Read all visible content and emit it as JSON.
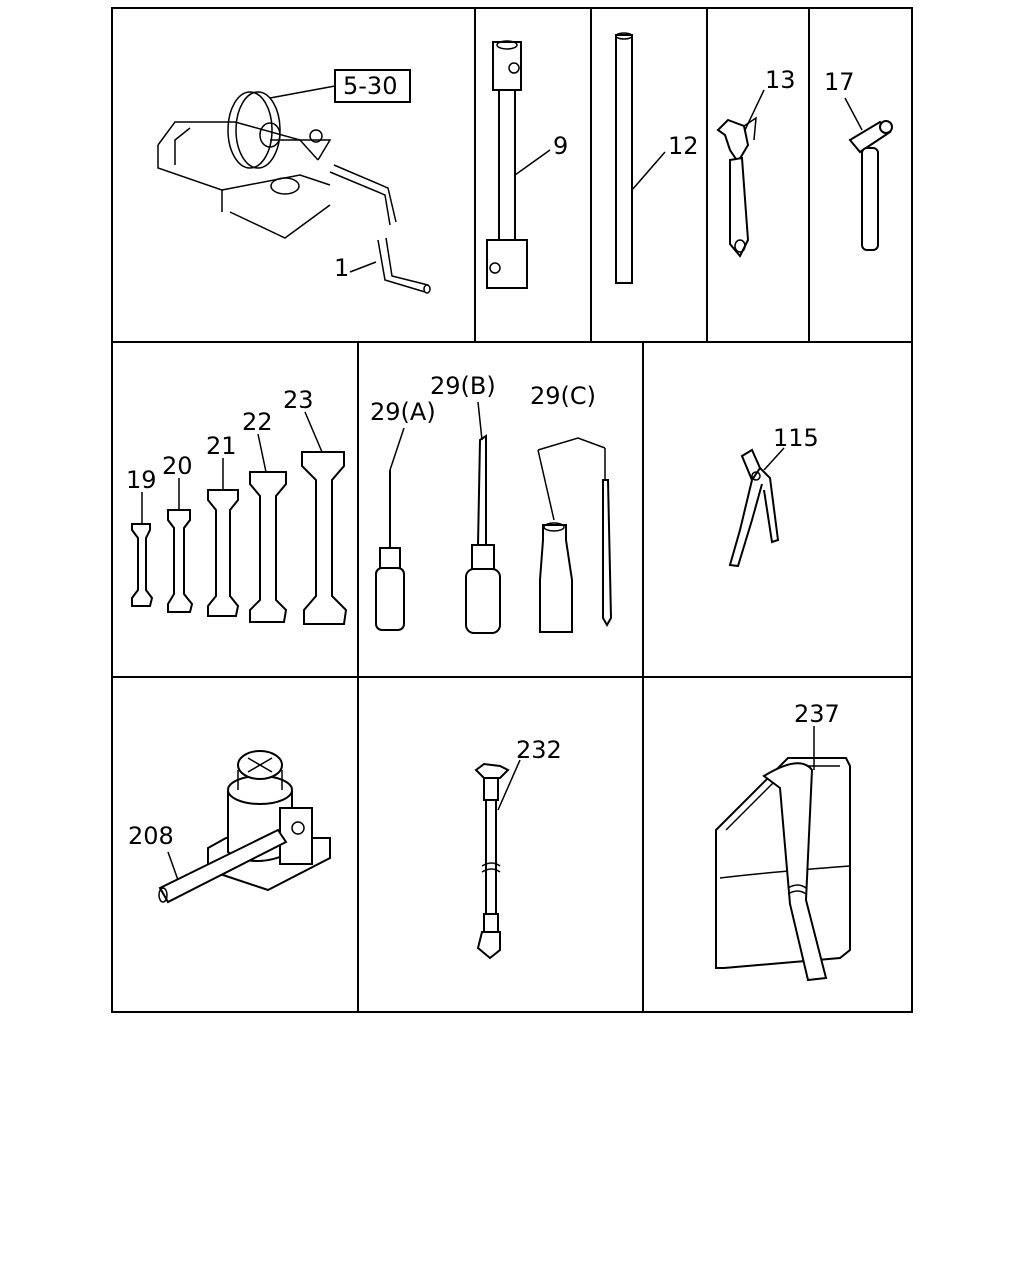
{
  "parts": {
    "p1": "1",
    "ref": "5-30",
    "p9": "9",
    "p12": "12",
    "p13": "13",
    "p17": "17",
    "p19": "19",
    "p20": "20",
    "p21": "21",
    "p22": "22",
    "p23": "23",
    "p29a": "29(A)",
    "p29b": "29(B)",
    "p29c": "29(C)",
    "p115": "115",
    "p208": "208",
    "p232": "232",
    "p237": "237"
  }
}
